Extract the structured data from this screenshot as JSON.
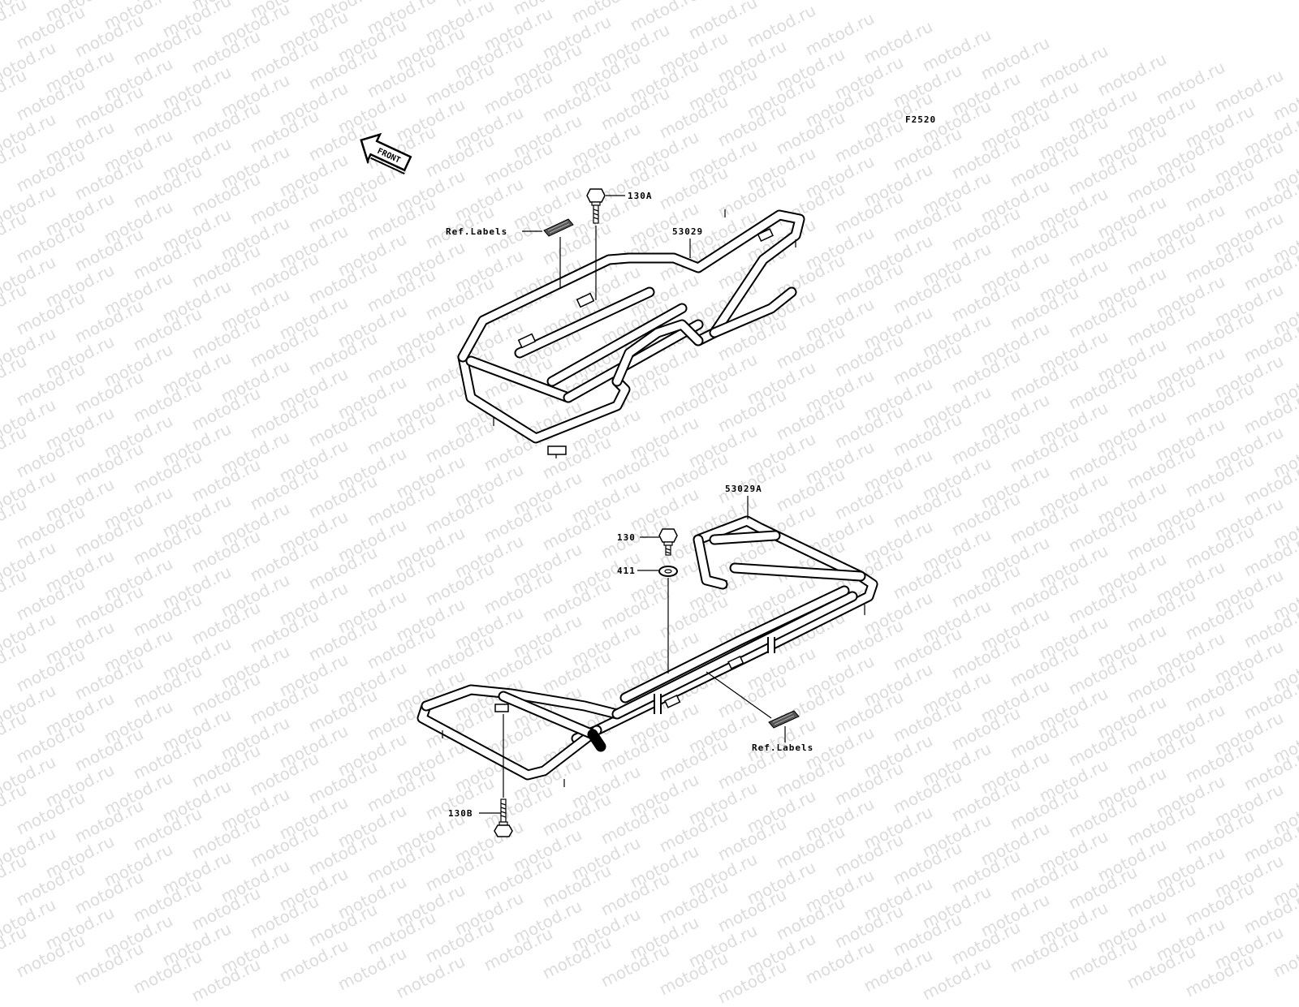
{
  "watermark": {
    "text": "motod.ru",
    "color": "#dcdcdc"
  },
  "figure_code": "F2520",
  "front_arrow": {
    "label": "FRONT",
    "icon": "front-direction-arrow-icon"
  },
  "callouts": {
    "upper": {
      "bolt": "130A",
      "carrier": "53029",
      "ref_labels": "Ref.Labels"
    },
    "lower": {
      "carrier": "53029A",
      "bolt": "130",
      "washer": "411",
      "ref_labels": "Ref.Labels",
      "long_bolt": "130B"
    }
  }
}
